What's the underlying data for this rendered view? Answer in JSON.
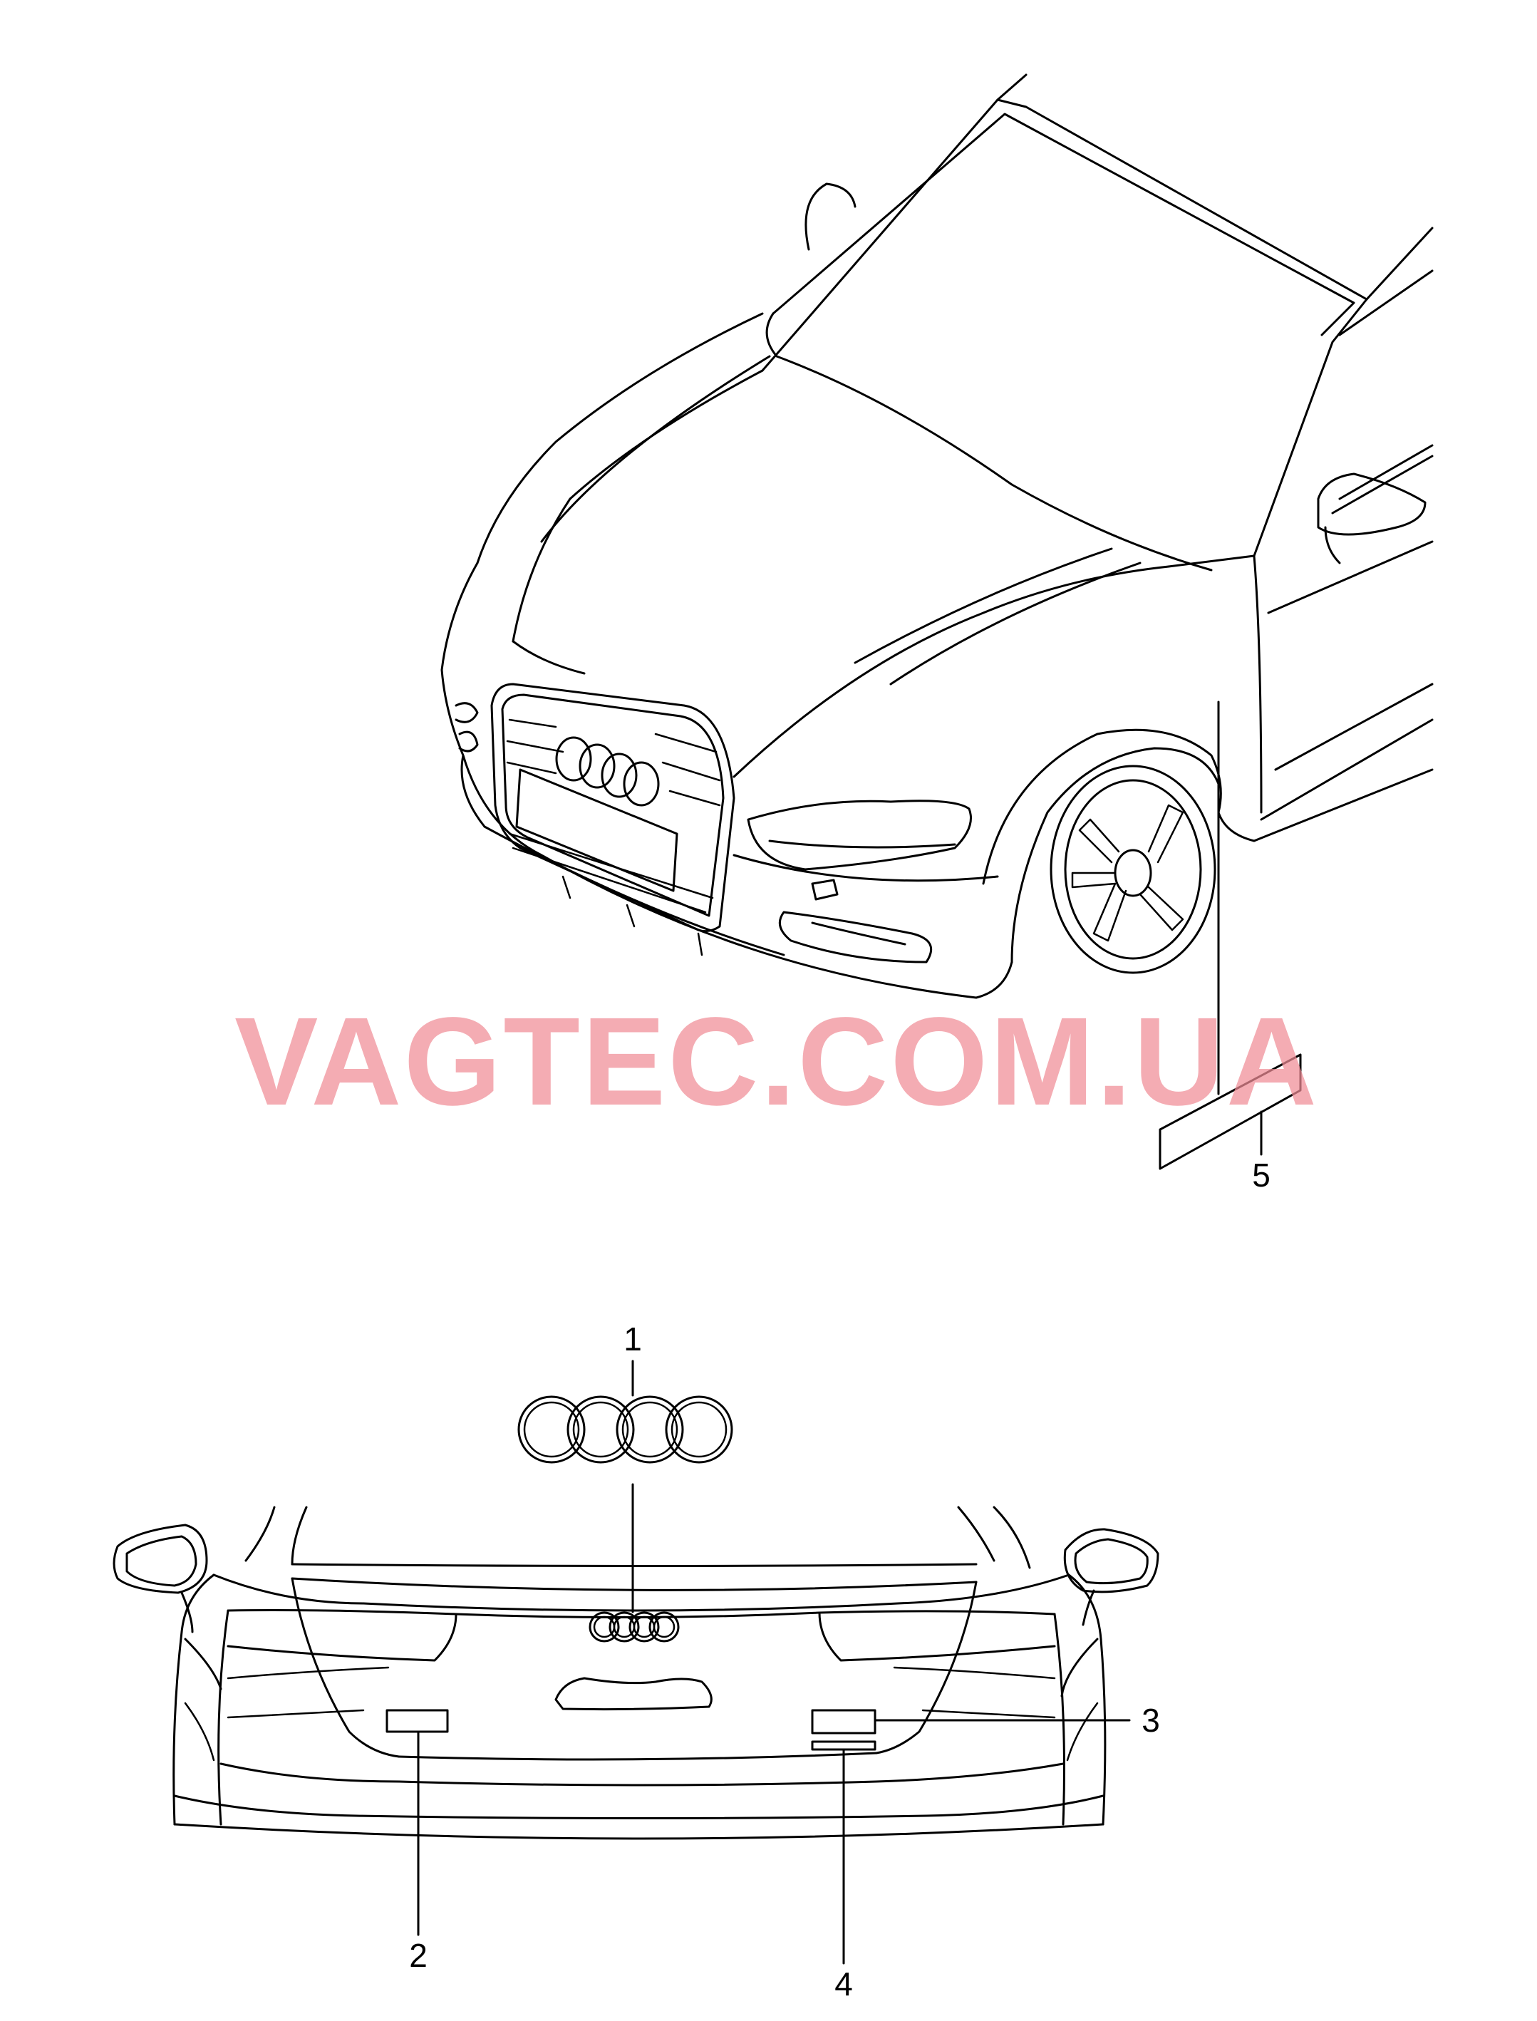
{
  "watermark": "VAGTEC.COM.UA",
  "callouts": [
    {
      "id": "1",
      "label": "1"
    },
    {
      "id": "2",
      "label": "2"
    },
    {
      "id": "3",
      "label": "3"
    },
    {
      "id": "4",
      "label": "4"
    },
    {
      "id": "5",
      "label": "5"
    }
  ],
  "colors": {
    "line": "#000000",
    "watermark": "#f08c96",
    "background": "#ffffff"
  }
}
